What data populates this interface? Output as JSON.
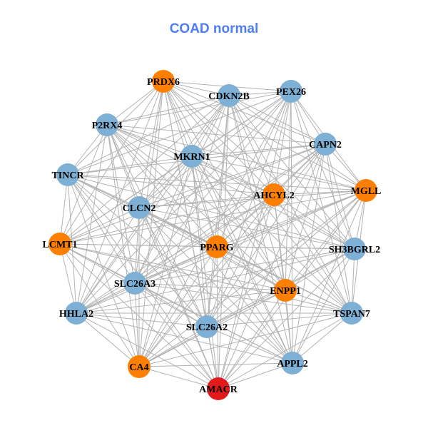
{
  "title": "COAD normal",
  "colors": {
    "title": "#4f7df5",
    "edge": "#b3b3b3",
    "up": "#ff7f00",
    "normal": "#7eb0d5",
    "key": "#e31a1c"
  },
  "nodes": [
    {
      "id": "PRDX6",
      "type": "up"
    },
    {
      "id": "CDKN2B",
      "type": "normal"
    },
    {
      "id": "PEX26",
      "type": "normal"
    },
    {
      "id": "P2RX4",
      "type": "normal"
    },
    {
      "id": "CAPN2",
      "type": "normal"
    },
    {
      "id": "MKRN1",
      "type": "normal"
    },
    {
      "id": "TINCR",
      "type": "normal"
    },
    {
      "id": "MGLL",
      "type": "up"
    },
    {
      "id": "AHCYL2",
      "type": "up"
    },
    {
      "id": "CLCN2",
      "type": "normal"
    },
    {
      "id": "LCMT1",
      "type": "up"
    },
    {
      "id": "PPARG",
      "type": "up"
    },
    {
      "id": "SH3BGRL2",
      "type": "normal"
    },
    {
      "id": "SLC26A3",
      "type": "normal"
    },
    {
      "id": "ENPP1",
      "type": "up"
    },
    {
      "id": "HHLA2",
      "type": "normal"
    },
    {
      "id": "TSPAN7",
      "type": "normal"
    },
    {
      "id": "SLC26A2",
      "type": "normal"
    },
    {
      "id": "CA4",
      "type": "up"
    },
    {
      "id": "APPL2",
      "type": "normal"
    },
    {
      "id": "AMACR",
      "type": "key"
    }
  ]
}
